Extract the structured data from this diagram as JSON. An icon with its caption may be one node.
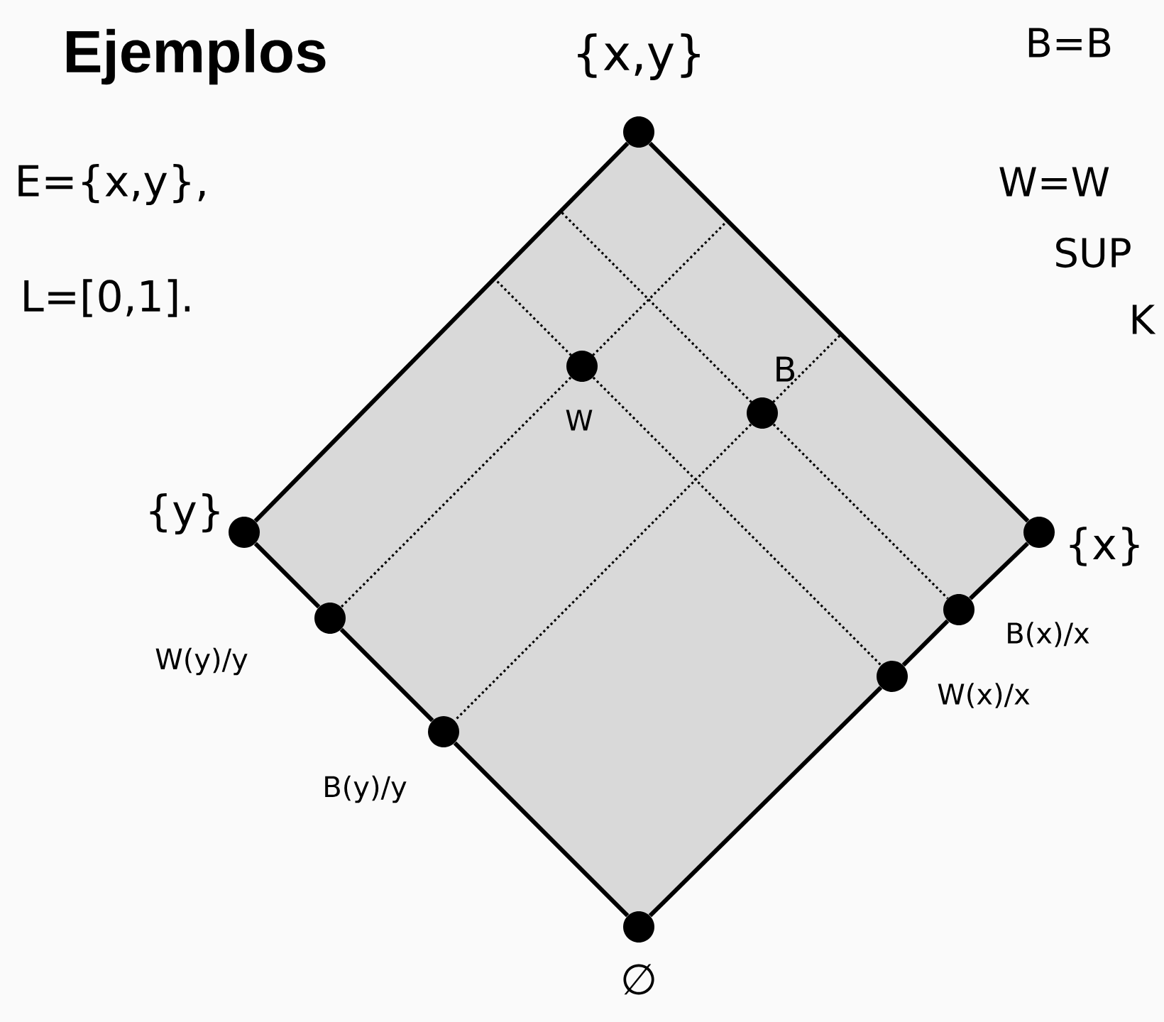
{
  "diagram": {
    "title": "Ejemplos",
    "nodes": [
      {
        "text": [],
        "shape": "circle",
        "beside": [
          "{x,y}"
        ]
      },
      {
        "text": [],
        "shape": "circle",
        "beside": [
          "{y}"
        ]
      },
      {
        "text": [],
        "shape": "circle",
        "beside": [
          "{x}"
        ]
      },
      {
        "text": [],
        "shape": "circle",
        "beside": [
          "∅"
        ]
      },
      {
        "text": [],
        "shape": "circle",
        "beside": [
          "W"
        ]
      },
      {
        "text": [],
        "shape": "circle",
        "beside": [
          "B"
        ]
      },
      {
        "text": [],
        "shape": "circle",
        "beside": [
          "W(y)/y"
        ]
      },
      {
        "text": [],
        "shape": "circle",
        "beside": [
          "B(y)/y"
        ]
      },
      {
        "text": [],
        "shape": "circle",
        "beside": [
          "B(x)/x"
        ]
      },
      {
        "text": [],
        "shape": "circle",
        "beside": [
          "W(x)/x"
        ]
      }
    ],
    "edges": [
      {
        "from": 0,
        "to": 1,
        "arrow": "none"
      },
      {
        "from": 0,
        "to": 2,
        "arrow": "none"
      },
      {
        "from": 1,
        "to": 6,
        "arrow": "none"
      },
      {
        "from": 6,
        "to": 7,
        "arrow": "none"
      },
      {
        "from": 7,
        "to": 3,
        "arrow": "none"
      },
      {
        "from": 2,
        "to": 8,
        "arrow": "none"
      },
      {
        "from": 8,
        "to": 9,
        "arrow": "none"
      },
      {
        "from": 9,
        "to": 3,
        "arrow": "none"
      },
      {
        "from": 4,
        "to": 6,
        "arrow": "none",
        "style": "dashed"
      },
      {
        "from": 4,
        "to": 9,
        "arrow": "none",
        "style": "dashed"
      },
      {
        "from": 5,
        "to": 7,
        "arrow": "none",
        "style": "dashed"
      },
      {
        "from": 5,
        "to": 8,
        "arrow": "none",
        "style": "dashed"
      }
    ],
    "labels": [
      "E={x,y},",
      "L=[0,1].",
      "B=B",
      "W=W",
      "SUP",
      "K"
    ]
  }
}
